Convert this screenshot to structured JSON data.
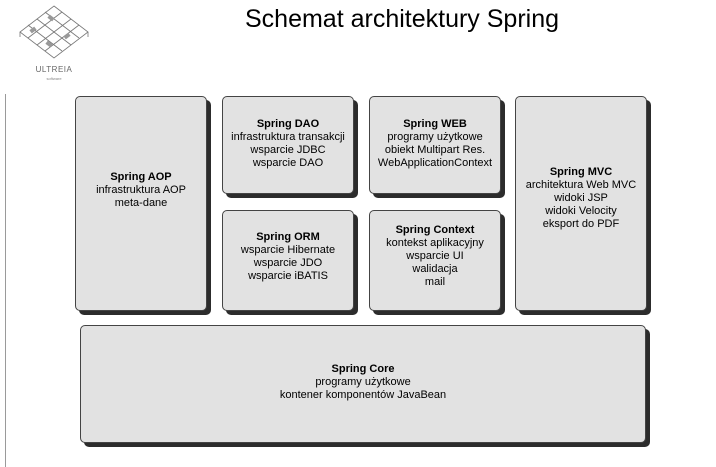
{
  "title": "Schemat architektury Spring",
  "logo": {
    "text": "ULTREIA",
    "subtext": "software"
  },
  "boxes": {
    "aop": {
      "heading": "Spring AOP",
      "lines": [
        "infrastruktura AOP",
        "meta-dane"
      ]
    },
    "dao": {
      "heading": "Spring DAO",
      "lines": [
        "infrastruktura transakcji",
        "wsparcie JDBC",
        "wsparcie DAO"
      ]
    },
    "web": {
      "heading": "Spring WEB",
      "lines": [
        "programy użytkowe",
        "obiekt Multipart Res.",
        "WebApplicationContext"
      ]
    },
    "mvc": {
      "heading": "Spring MVC",
      "lines": [
        "architektura Web MVC",
        "widoki JSP",
        "widoki Velocity",
        "eksport do PDF"
      ]
    },
    "orm": {
      "heading": "Spring ORM",
      "lines": [
        "wsparcie Hibernate",
        "wsparcie JDO",
        "wsparcie iBATIS"
      ]
    },
    "context": {
      "heading": "Spring Context",
      "lines": [
        "kontekst aplikacyjny",
        "wsparcie UI",
        "walidacja",
        "mail"
      ]
    },
    "core": {
      "heading": "Spring Core",
      "lines": [
        "programy użytkowe",
        "kontener komponentów JavaBean"
      ]
    }
  }
}
